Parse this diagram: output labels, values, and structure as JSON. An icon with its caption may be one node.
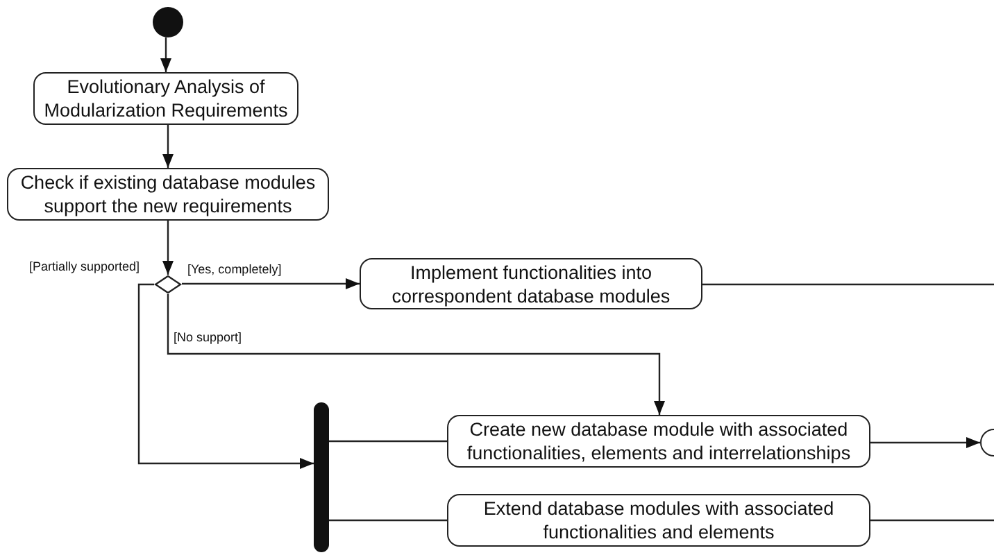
{
  "diagram": {
    "nodes": [
      {
        "text": [],
        "shape": "circle"
      },
      {
        "text": [
          "Evolutionary Analysis of Modularization Requirements"
        ]
      },
      {
        "text": [
          "Check if existing database modules support the new requirements"
        ]
      },
      {
        "text": [],
        "shape": "diamond"
      },
      {
        "text": [
          "Implement functionalities into correspondent database modules"
        ]
      },
      {
        "text": [],
        "shape": "bar"
      },
      {
        "text": [
          "Create new database module with associated functionalities, elements and interrelationships"
        ]
      },
      {
        "text": [
          "Extend database modules with associated functionalities and elements"
        ]
      },
      {
        "text": [],
        "shape": "circle"
      }
    ],
    "edges": [
      {
        "from": 0,
        "to": 1,
        "arrow": "to"
      },
      {
        "from": 1,
        "to": 2,
        "arrow": "to"
      },
      {
        "from": 2,
        "to": 3,
        "arrow": "to"
      },
      {
        "from": 3,
        "to": 4,
        "arrow": "to",
        "label": "[Yes, completely]"
      },
      {
        "from": 3,
        "to": 6,
        "arrow": "to",
        "label": "[No support]"
      },
      {
        "from": 3,
        "to": 5,
        "arrow": "to",
        "label": "[Partially supported]"
      },
      {
        "from": 5,
        "to": 6,
        "arrow": "none"
      },
      {
        "from": 5,
        "to": 7,
        "arrow": "none"
      },
      {
        "from": 6,
        "to": 8,
        "arrow": "to"
      },
      {
        "from": 4,
        "to": null,
        "arrow": "none"
      },
      {
        "from": 7,
        "to": null,
        "arrow": "none"
      }
    ]
  }
}
